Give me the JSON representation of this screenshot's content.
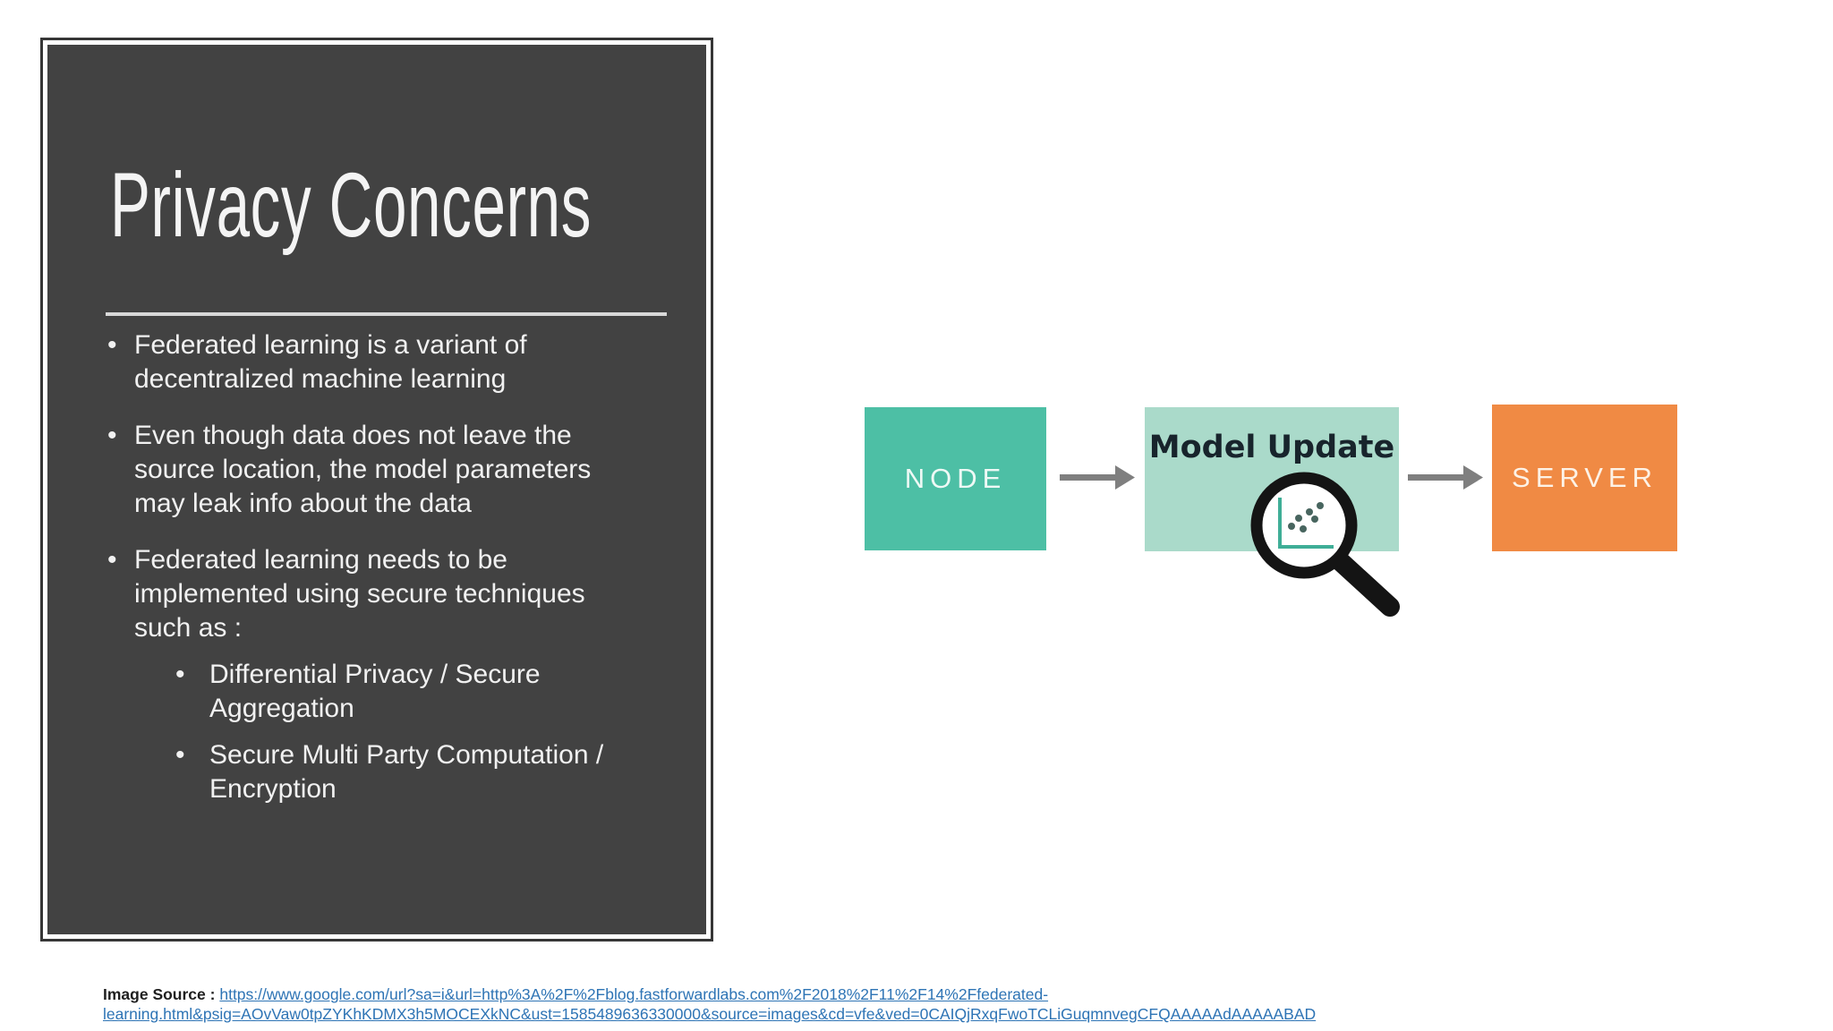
{
  "slide": {
    "title": "Privacy Concerns",
    "bullet_char": "•",
    "bullets": [
      {
        "level": 1,
        "lines": [
          "Federated learning is a variant of",
          "decentralized machine learning"
        ]
      },
      {
        "level": 1,
        "lines": [
          "Even though data does not leave the",
          "source location, the model parameters",
          "may leak info about the data"
        ]
      },
      {
        "level": 1,
        "lines": [
          "Federated learning needs to be",
          "implemented using secure techniques",
          "such as :"
        ]
      },
      {
        "level": 2,
        "lines": [
          "Differential Privacy / Secure",
          "Aggregation"
        ]
      },
      {
        "level": 2,
        "lines": [
          "Secure Multi Party Computation /",
          "Encryption"
        ]
      }
    ]
  },
  "diagram": {
    "node": {
      "label": "NODE"
    },
    "model_update": {
      "label": "Model Update"
    },
    "server": {
      "label": "SERVER"
    },
    "magnifier_icon": "magnifying-glass-over-scatter-plot"
  },
  "footer": {
    "label": "Image Source :",
    "link_line1": "https://www.google.com/url?sa=i&url=http%3A%2F%2Fblog.fastforwardlabs.com%2F2018%2F11%2F14%2Ffederated-",
    "link_line2": "learning.html&psig=AOvVaw0tpZYKhKDMX3h5MOCEXkNC&ust=1585489636330000&source=images&cd=vfe&ved=0CAIQjRxqFwoTCLiGuqmnvegCFQAAAAAdAAAAABAD"
  },
  "colors": {
    "panel_bg": "#424242",
    "divider": "#d9d9d9",
    "node_bg": "#4dbfa5",
    "model_update_bg": "#aadaca",
    "server_bg": "#f08a44",
    "arrow": "#7f7f7f",
    "magnifier": "#141414",
    "scatter_axis": "#3fae97",
    "scatter_dot": "#48655f",
    "link": "#2e74b5"
  }
}
